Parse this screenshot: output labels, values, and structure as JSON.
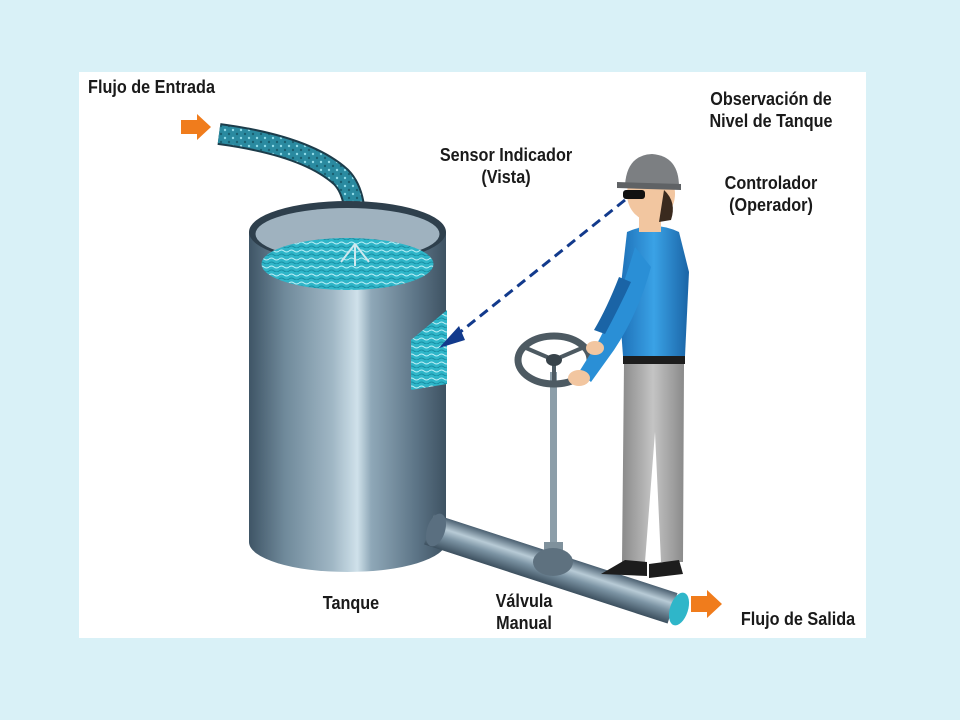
{
  "labels": {
    "inflow": "Flujo de Entrada",
    "sensor_line1": "Sensor Indicador",
    "sensor_line2": "(Vista)",
    "observation_line1": "Observación de",
    "observation_line2": "Nivel de Tanque",
    "controller_line1": "Controlador",
    "controller_line2": "(Operador)",
    "tank": "Tanque",
    "valve_line1": "Válvula",
    "valve_line2": "Manual",
    "outflow": "Flujo de Salida"
  },
  "colors": {
    "background": "#d9f1f7",
    "panel": "#ffffff",
    "tank": "#6c8596",
    "water": "#2fb6c9",
    "arrow": "#f07c1c",
    "sight_line": "#123a8c",
    "operator_shirt": "#2a8fd6",
    "operator_pants": "#a9a9a9"
  }
}
